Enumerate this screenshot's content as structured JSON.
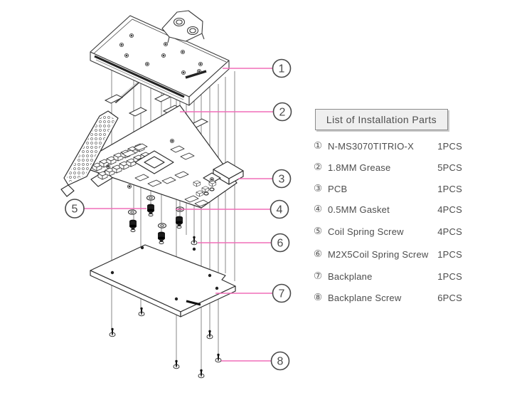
{
  "panel": {
    "title": "List of Installation Parts",
    "rows": [
      {
        "num": "1",
        "marker": "①",
        "name": "N-MS3070TITRIO-X",
        "qty": "1PCS"
      },
      {
        "num": "2",
        "marker": "②",
        "name": "1.8MM Grease",
        "qty": "5PCS"
      },
      {
        "num": "3",
        "marker": "③",
        "name": "PCB",
        "qty": "1PCS"
      },
      {
        "num": "4",
        "marker": "④",
        "name": "0.5MM Gasket",
        "qty": "4PCS"
      },
      {
        "num": "5",
        "marker": "⑤",
        "name": "Coil Spring Screw",
        "qty": "4PCS"
      },
      {
        "num": "6",
        "marker": "⑥",
        "name": "M2X5Coil Spring Screw",
        "qty": "1PCS"
      },
      {
        "num": "7",
        "marker": "⑦",
        "name": "Backplane",
        "qty": "1PCS"
      },
      {
        "num": "8",
        "marker": "⑧",
        "name": "Backplane Screw",
        "qty": "6PCS"
      }
    ]
  },
  "diagram": {
    "callouts": [
      {
        "num": "1"
      },
      {
        "num": "2"
      },
      {
        "num": "3"
      },
      {
        "num": "4"
      },
      {
        "num": "5"
      },
      {
        "num": "6"
      },
      {
        "num": "7"
      },
      {
        "num": "8"
      }
    ]
  },
  "colors": {
    "leader_pink": "#f06eb8",
    "line_dark": "#3a3a3a",
    "panel_text": "#4d4d4d"
  }
}
